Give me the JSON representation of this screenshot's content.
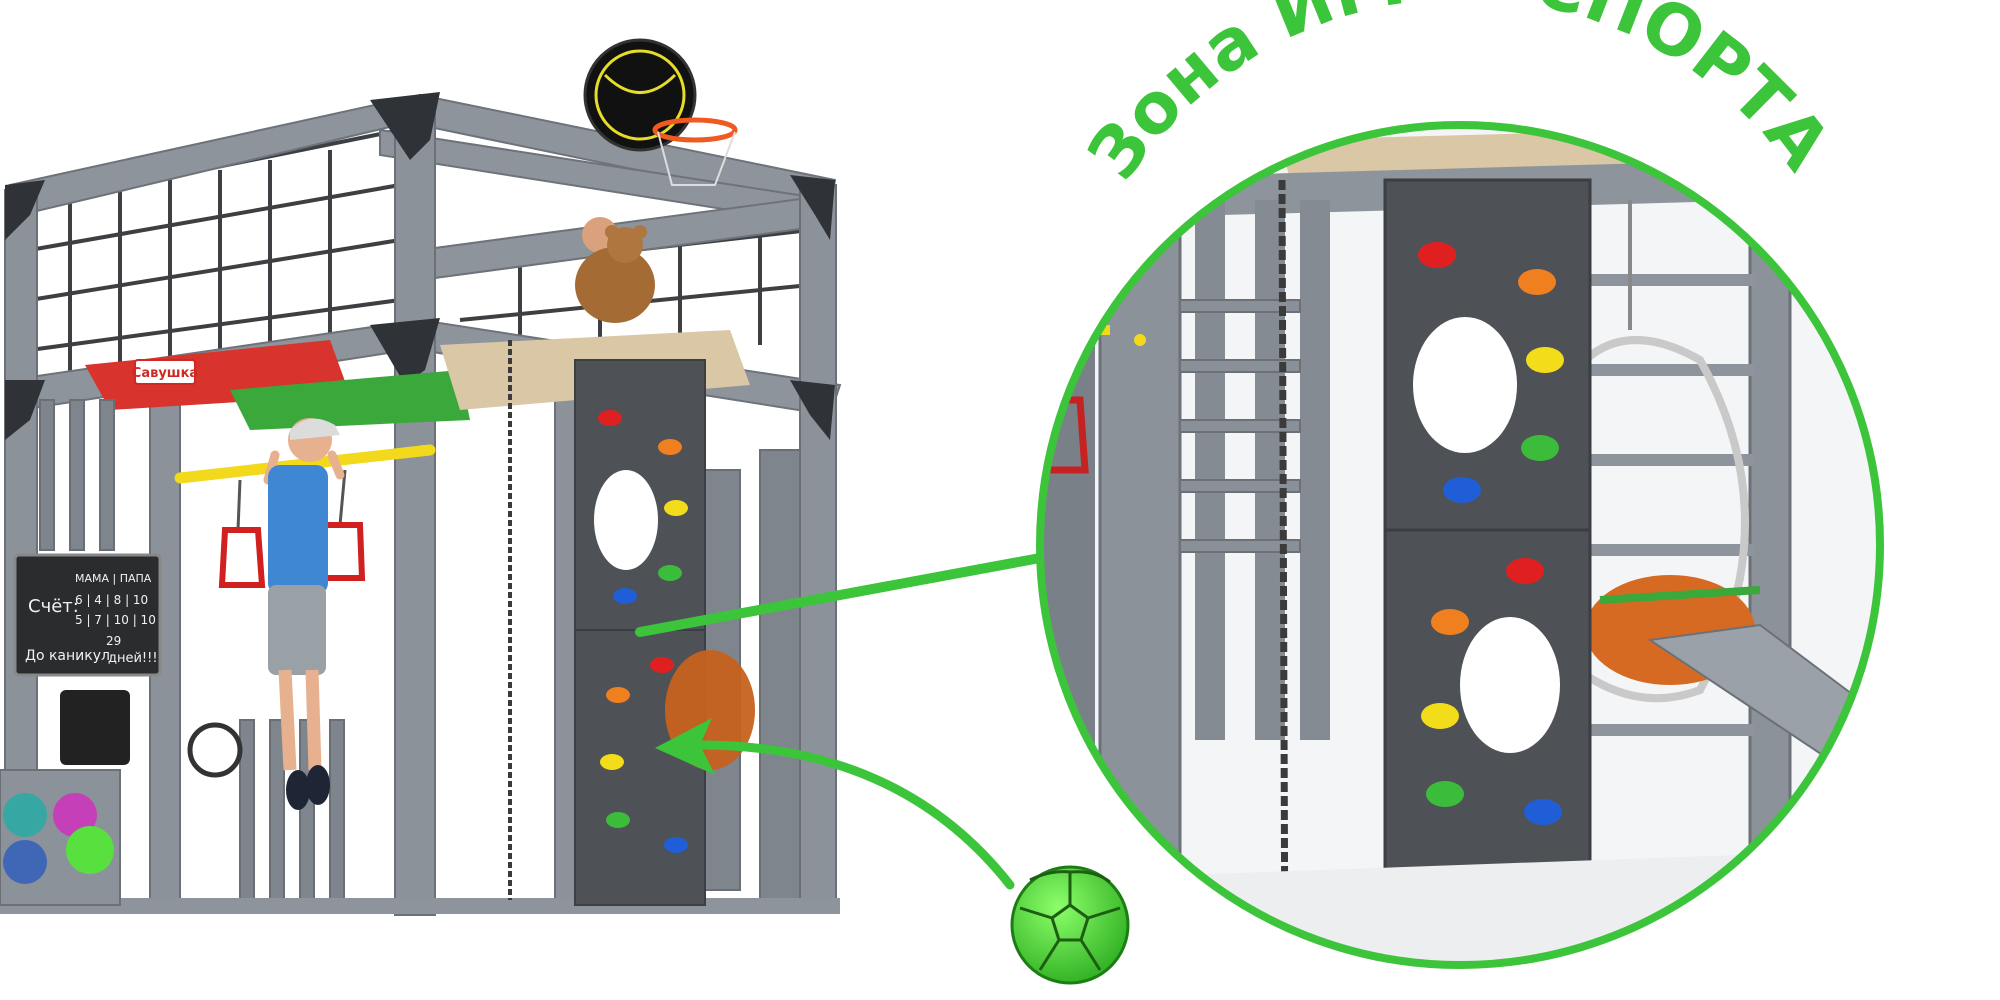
{
  "title": "Зона ИГР и СПОРТА",
  "brand_sign": "Савушка",
  "chalkboard": {
    "line1_label": "Счёт:",
    "line1_scores": "6 | 4 | 8 | 10",
    "line2_scores": "5 | 7 | 10 | 10",
    "col_labels": "МАМА | ПАПА",
    "line3_prefix": "До каникул",
    "line3_number": "29",
    "line3_suffix": "дней!!!"
  },
  "colors": {
    "accent_green": "#3cc43a",
    "frame_grey": "#8e949c",
    "wall_dark": "#4e5257",
    "ball_green": "#5de03f"
  },
  "icons": {
    "ball": "soccer-ball-icon",
    "arrow": "curved-arrow-icon"
  }
}
